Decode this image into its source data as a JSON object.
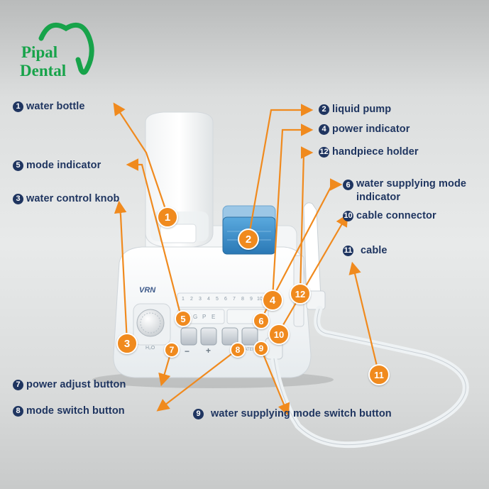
{
  "brand": {
    "line1": "Pipal",
    "line2": "Dental",
    "logo_color": "#17a34a"
  },
  "callouts": [
    {
      "num": "1",
      "text": "water bottle"
    },
    {
      "num": "2",
      "text": "liquid pump"
    },
    {
      "num": "4",
      "text": "power indicator"
    },
    {
      "num": "12",
      "text": "handpiece holder"
    },
    {
      "num": "5",
      "text": "mode indicator"
    },
    {
      "num": "6",
      "text": "water supplying mode indicator"
    },
    {
      "num": "3",
      "text": "water control knob"
    },
    {
      "num": "10",
      "text": "cable connector"
    },
    {
      "num": "11",
      "text": "cable"
    },
    {
      "num": "7",
      "text": "power adjust button"
    },
    {
      "num": "8",
      "text": "mode switch button"
    },
    {
      "num": "9",
      "text": "water supplying mode switch button"
    }
  ],
  "device": {
    "brand_mark": "VRN",
    "level_scale": [
      "1",
      "2",
      "3",
      "4",
      "5",
      "6",
      "7",
      "8",
      "9",
      "10"
    ],
    "mode_letters": [
      "G",
      "P",
      "E"
    ],
    "knob_label": "H₂O",
    "minus_label": "−",
    "plus_label": "+",
    "water_label": "WATER"
  },
  "colors": {
    "callout_text": "#1f3560",
    "accent": "#f08a1e",
    "pump_blue": "#3f8fc7"
  }
}
